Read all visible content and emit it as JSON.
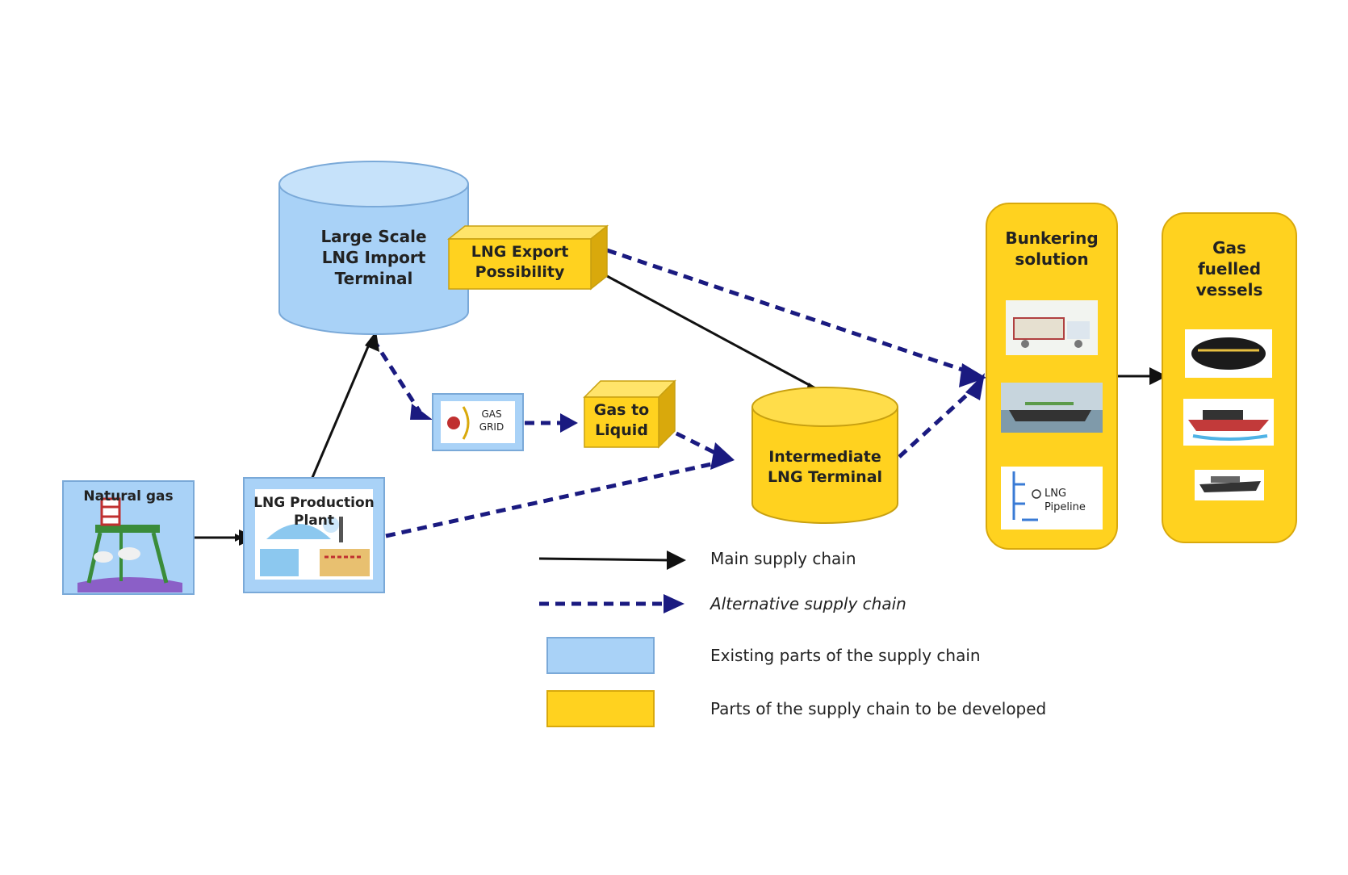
{
  "nodes": {
    "natural_gas": "Natural gas",
    "lng_production": "LNG Production Plant",
    "large_scale": "Large Scale LNG Import Terminal",
    "lng_export": "LNG Export Possibility",
    "gas_grid": "GAS GRID",
    "gas_to_liquid": "Gas to Liquid",
    "intermediate": "Intermediate LNG Terminal",
    "bunkering": "Bunkering solution",
    "lng_pipeline": "LNG Pipeline",
    "gas_fuelled": "Gas fuelled vessels"
  },
  "legend": {
    "main": "Main supply chain",
    "alternative": "Alternative supply chain",
    "existing": "Existing parts of the supply chain",
    "to_develop": "Parts of the supply chain to be developed"
  },
  "colors": {
    "existing": "#a9d2f7",
    "to_develop": "#ffd21f",
    "main_arrow": "#111111",
    "alt_arrow": "#1a1a80"
  }
}
